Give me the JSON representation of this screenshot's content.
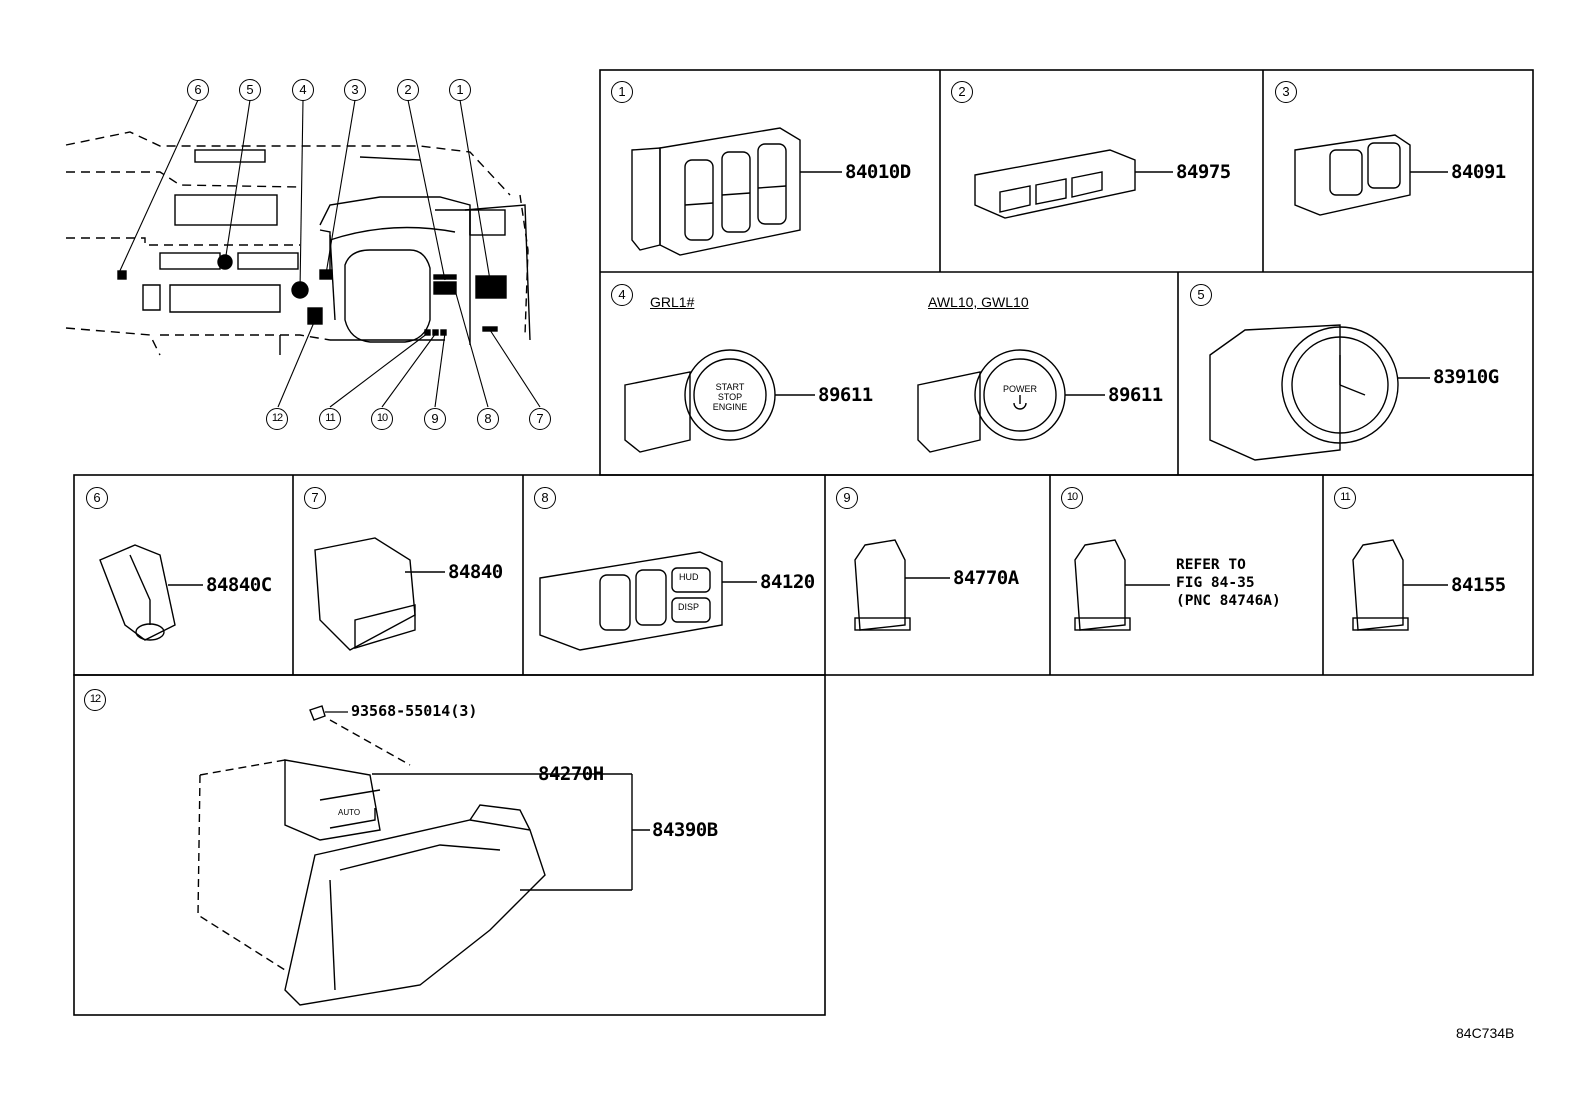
{
  "overview": {
    "callouts_top": [
      "6",
      "5",
      "4",
      "3",
      "2",
      "1"
    ],
    "callouts_bottom": [
      "12",
      "11",
      "10",
      "9",
      "8",
      "7"
    ]
  },
  "panels": [
    {
      "num": "1",
      "part": "84010D"
    },
    {
      "num": "2",
      "part": "84975"
    },
    {
      "num": "3",
      "part": "84091"
    },
    {
      "num": "4",
      "variants": [
        {
          "label": "GRL1#",
          "part": "89611",
          "button_text": "START STOP ENGINE"
        },
        {
          "label": "AWL10, GWL10",
          "part": "89611",
          "button_text": "POWER"
        }
      ]
    },
    {
      "num": "5",
      "part": "83910G"
    },
    {
      "num": "6",
      "part": "84840C"
    },
    {
      "num": "7",
      "part": "84840"
    },
    {
      "num": "8",
      "part": "84120",
      "button_labels": [
        "HUD",
        "DISP"
      ]
    },
    {
      "num": "9",
      "part": "84770A"
    },
    {
      "num": "10",
      "note": "REFER TO\nFIG 84-35\n(PNC 84746A)"
    },
    {
      "num": "11",
      "part": "84155"
    },
    {
      "num": "12",
      "parts": [
        "93568-55014(3)",
        "84270H",
        "84390B"
      ],
      "switch_label": "AUTO"
    }
  ],
  "figure_code": "84C734B"
}
